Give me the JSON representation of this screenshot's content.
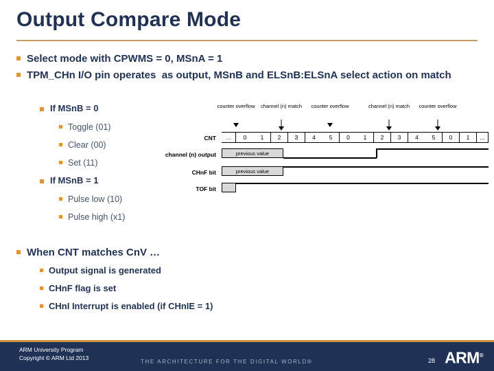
{
  "slide": {
    "title": "Output Compare Mode",
    "accent_gold": "#C8A063",
    "navy": "#1F3255",
    "bullet_orange": "#E8912D"
  },
  "bullets": {
    "b1": "Select mode with CPWMS = 0, MSnA = 1",
    "b2": "TPM_CHn I/O pin operates  as output, MSnB and ELSnB:ELSnA select action on match",
    "b2_sub1": "If MSnB = 0",
    "b2_sub1_items": [
      "Toggle (01)",
      "Clear (00)",
      "Set (11)"
    ],
    "b2_sub2": "If MSnB = 1",
    "b2_sub2_items": [
      "Pulse low (10)",
      "Pulse high (x1)"
    ],
    "b3": "When CNT matches CnV …",
    "b3_items": [
      "Output signal is generated",
      "CHnF flag is set",
      "CHnI Interrupt is enabled (if CHnIE = 1)"
    ]
  },
  "timing": {
    "annotations": [
      "counter\noverflow",
      "channel (n)\nmatch",
      "counter\noverflow",
      "channel (n)\nmatch",
      "counter\noverflow"
    ],
    "row_labels": [
      "CNT",
      "channel (n) output",
      "CHnF bit",
      "TOF bit"
    ],
    "cnt_cells": [
      "...",
      "0",
      "1",
      "2",
      "3",
      "4",
      "5",
      "0",
      "1",
      "2",
      "3",
      "4",
      "5",
      "0",
      "1",
      "..."
    ],
    "prev_value_label": "previous value"
  },
  "footer": {
    "org": "ARM University Program\nCopyright © ARM Ltd 2013",
    "tagline": "THE ARCHITECTURE FOR THE DIGITAL WORLD®",
    "page_number": "28",
    "logo": "ARM",
    "logo_mark": "®"
  }
}
